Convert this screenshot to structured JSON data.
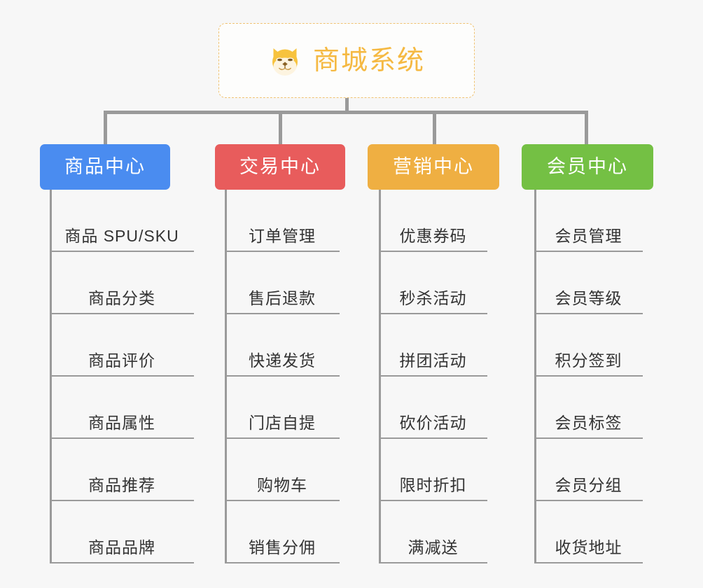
{
  "root": {
    "title": "商城系统",
    "icon": "shiba-dog-icon",
    "title_color": "#f5b942",
    "border_color": "#f0c271"
  },
  "connector_color": "#9a9a9a",
  "background_color": "#f7f7f7",
  "columns": [
    {
      "key": "product-center",
      "label": "商品中心",
      "color": "#4a8cf0",
      "items": [
        "商品 SPU/SKU",
        "商品分类",
        "商品评价",
        "商品属性",
        "商品推荐",
        "商品品牌"
      ]
    },
    {
      "key": "trade-center",
      "label": "交易中心",
      "color": "#e85c5c",
      "items": [
        "订单管理",
        "售后退款",
        "快递发货",
        "门店自提",
        "购物车",
        "销售分佣"
      ]
    },
    {
      "key": "marketing-center",
      "label": "营销中心",
      "color": "#efaf42",
      "items": [
        "优惠券码",
        "秒杀活动",
        "拼团活动",
        "砍价活动",
        "限时折扣",
        "满减送"
      ]
    },
    {
      "key": "member-center",
      "label": "会员中心",
      "color": "#74c044",
      "items": [
        "会员管理",
        "会员等级",
        "积分签到",
        "会员标签",
        "会员分组",
        "收货地址"
      ]
    }
  ]
}
